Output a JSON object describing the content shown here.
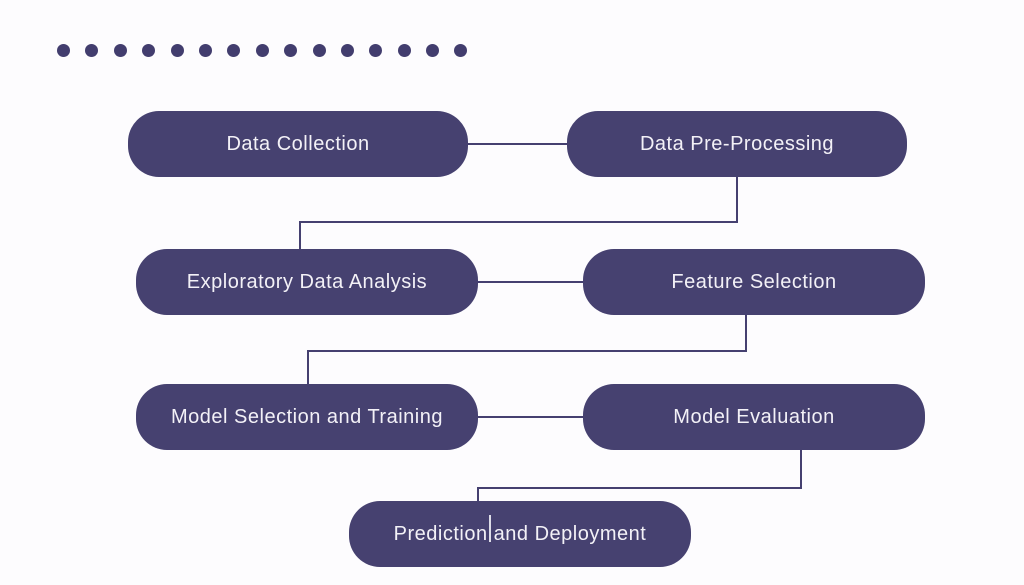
{
  "palette": {
    "background": "#fdfcfe",
    "node_fill": "#464170",
    "node_text": "#f3f1f7",
    "connector": "#454070",
    "dot": "#423d6e"
  },
  "decor_dots": {
    "count": 15
  },
  "diagram": {
    "type": "flowchart",
    "nodes": [
      {
        "id": "data-collection",
        "label": "Data Collection"
      },
      {
        "id": "data-pre-processing",
        "label": "Data Pre-Processing"
      },
      {
        "id": "exploratory-data-analysis",
        "label": "Exploratory Data Analysis"
      },
      {
        "id": "feature-selection",
        "label": "Feature Selection"
      },
      {
        "id": "model-selection-and-training",
        "label": "Model Selection and Training"
      },
      {
        "id": "model-evaluation",
        "label": "Model Evaluation"
      },
      {
        "id": "prediction-and-deployment",
        "label": "Prediction and Deployment"
      }
    ],
    "edges": [
      {
        "from": "data-collection",
        "to": "data-pre-processing"
      },
      {
        "from": "data-pre-processing",
        "to": "exploratory-data-analysis"
      },
      {
        "from": "exploratory-data-analysis",
        "to": "feature-selection"
      },
      {
        "from": "feature-selection",
        "to": "model-selection-and-training"
      },
      {
        "from": "model-selection-and-training",
        "to": "model-evaluation"
      },
      {
        "from": "model-evaluation",
        "to": "prediction-and-deployment"
      }
    ]
  }
}
